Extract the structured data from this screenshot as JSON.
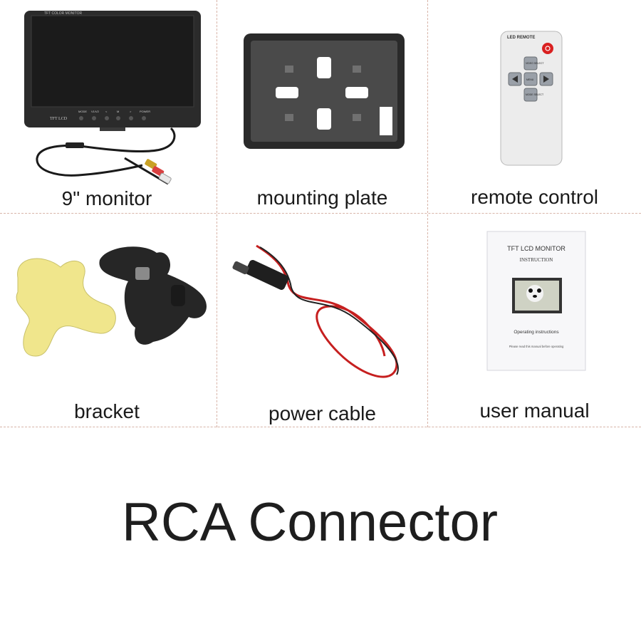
{
  "items": [
    {
      "caption": "9\" monitor",
      "screen_text": "TFT COLOR MONITOR",
      "logo_text": "TFT LCD",
      "buttons": [
        "MODE",
        "V1/V2",
        "<",
        "M",
        ">",
        "POWER"
      ]
    },
    {
      "caption": "mounting plate"
    },
    {
      "caption": "remote control",
      "remote_label": "LED REMOTE",
      "buttons": [
        "VIDEO SELECT",
        "MENU",
        "MODE SELECT"
      ]
    },
    {
      "caption": "bracket"
    },
    {
      "caption": "power cable"
    },
    {
      "caption": "user manual",
      "manual": {
        "title": "TFT LCD MONITOR",
        "subtitle": "INSTRUCTION",
        "operating": "Operating  instructions",
        "note": "Please read this manual before operating"
      }
    }
  ],
  "footer_title": "RCA Connector"
}
